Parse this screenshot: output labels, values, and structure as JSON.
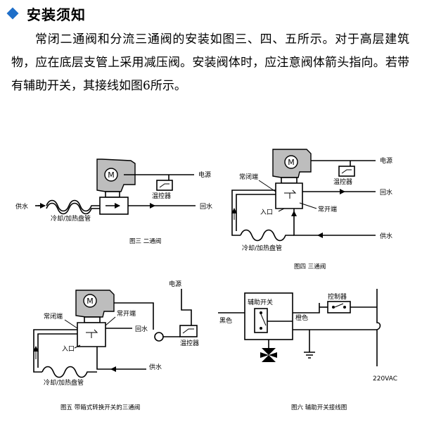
{
  "header": {
    "title": "安装须知",
    "accent_color": "#1f6fc9",
    "bullet_icon": "diamond-icon"
  },
  "intro": {
    "text": "常闭二通阀和分流三通阀的安装如图三、四、五所示。对于高层建筑物，应在底层支管上采用减压阀。安装阀体时，应注意阀体箭头指向。若带有辅助开关，其接线如图6所示。"
  },
  "fig3": {
    "motor": "M",
    "power": "电源",
    "thermostat": "温控器",
    "supply": "供水",
    "return": "回水",
    "coil": "冷却/加热盘管",
    "caption": "图三  二通阀"
  },
  "fig4": {
    "motor": "M",
    "power": "电源",
    "thermostat": "温控器",
    "nc_port": "常闭端",
    "no_port": "常开端",
    "inlet": "入口",
    "return": "回水",
    "supply": "供水",
    "coil": "冷却/加热盘管",
    "caption": "图四  三通阀"
  },
  "fig5": {
    "motor": "M",
    "power": "电源",
    "thermostat": "温控器",
    "nc_port": "常闭端",
    "no_port": "常开端",
    "inlet": "入口",
    "return": "回水",
    "supply": "供水",
    "coil": "冷却/加热盘管",
    "caption": "图五  带箱式转换开关的三通阀"
  },
  "fig6": {
    "aux_switch": "辅助开关",
    "controller": "控制器",
    "black": "黑色",
    "orange": "橙色",
    "voltage": "220VAC",
    "caption": "图六  辅助开关接线图"
  }
}
